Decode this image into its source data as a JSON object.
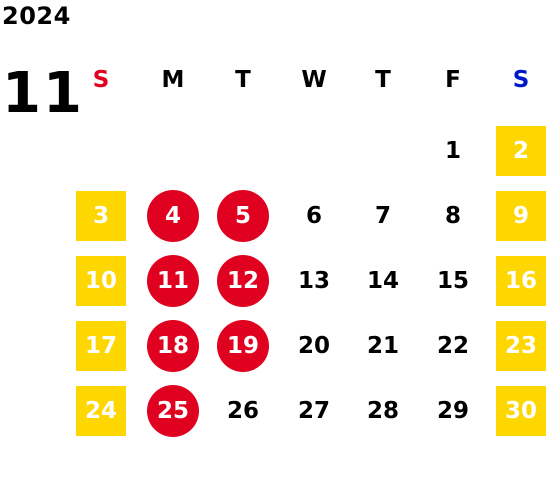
{
  "calendar": {
    "year": "2024",
    "month": "11",
    "weekdays": [
      "S",
      "M",
      "T",
      "W",
      "T",
      "F",
      "S"
    ],
    "weekday_colors": {
      "sunday": "#e00020",
      "saturday": "#0018cc",
      "weekday": "#000000"
    },
    "weeks": [
      [
        null,
        null,
        null,
        null,
        null,
        "1",
        "2"
      ],
      [
        "3",
        "4",
        "5",
        "6",
        "7",
        "8",
        "9"
      ],
      [
        "10",
        "11",
        "12",
        "13",
        "14",
        "15",
        "16"
      ],
      [
        "17",
        "18",
        "19",
        "20",
        "21",
        "22",
        "23"
      ],
      [
        "24",
        "25",
        "26",
        "27",
        "28",
        "29",
        "30"
      ]
    ],
    "highlighted_red_days": [
      "4",
      "5",
      "11",
      "12",
      "18",
      "19",
      "25"
    ],
    "weekend_highlight_color": "#ffd700",
    "red_highlight_color": "#e00020"
  }
}
